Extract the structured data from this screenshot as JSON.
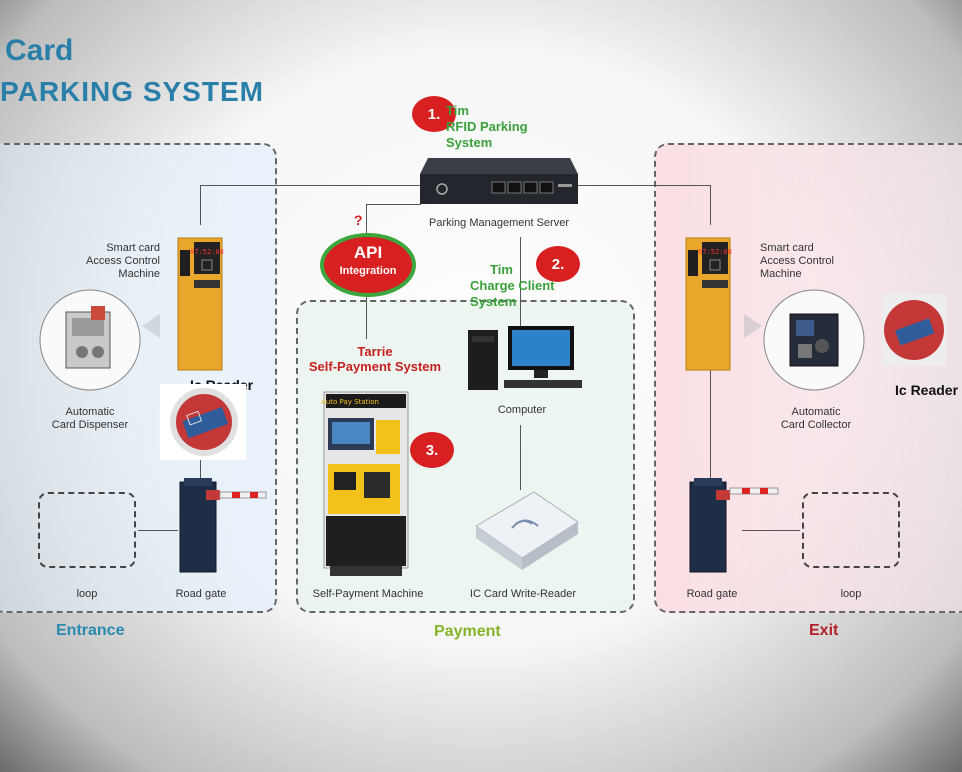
{
  "title": {
    "line1": "Card",
    "line2": "PARKING SYSTEM"
  },
  "sections": {
    "entrance": "Entrance",
    "payment": "Payment",
    "exit": "Exit"
  },
  "colors": {
    "entrance": "#2a8ab0",
    "payment": "#86b52a",
    "exit": "#b3202a",
    "accent_red": "#d82020",
    "accent_green": "#3aa13a"
  },
  "nodes": {
    "server": "Parking Management Server",
    "step1": {
      "number": "1.",
      "text": [
        "Tim",
        "RFID Parking",
        "System"
      ]
    },
    "step2": {
      "number": "2.",
      "text": [
        "Tim",
        "Charge Client",
        "System"
      ]
    },
    "step3": {
      "number": "3."
    },
    "api": {
      "question": "?",
      "title": "API",
      "subtitle": "Integration"
    },
    "self_payment_system": [
      "Tarrie",
      "Self-Payment System"
    ],
    "entrance_access": [
      "Smart card",
      "Access Control",
      "Machine"
    ],
    "exit_access": [
      "Smart card",
      "Access Control",
      "Machine"
    ],
    "entrance_ic_reader": "Ic Reader",
    "exit_ic_reader": "Ic Reader",
    "card_dispenser": [
      "Automatic",
      "Card Dispenser"
    ],
    "card_collector": [
      "Automatic",
      "Card Collector"
    ],
    "computer": "Computer",
    "self_payment_machine": "Self-Payment Machine",
    "ic_card_write_reader": "IC Card Write-Reader",
    "entrance_loop": "loop",
    "entrance_road_gate": "Road gate",
    "exit_road_gate": "Road gate",
    "exit_loop": "loop",
    "kiosk_header": "Auto Pay Station",
    "terminal_display": "07:52:08"
  }
}
